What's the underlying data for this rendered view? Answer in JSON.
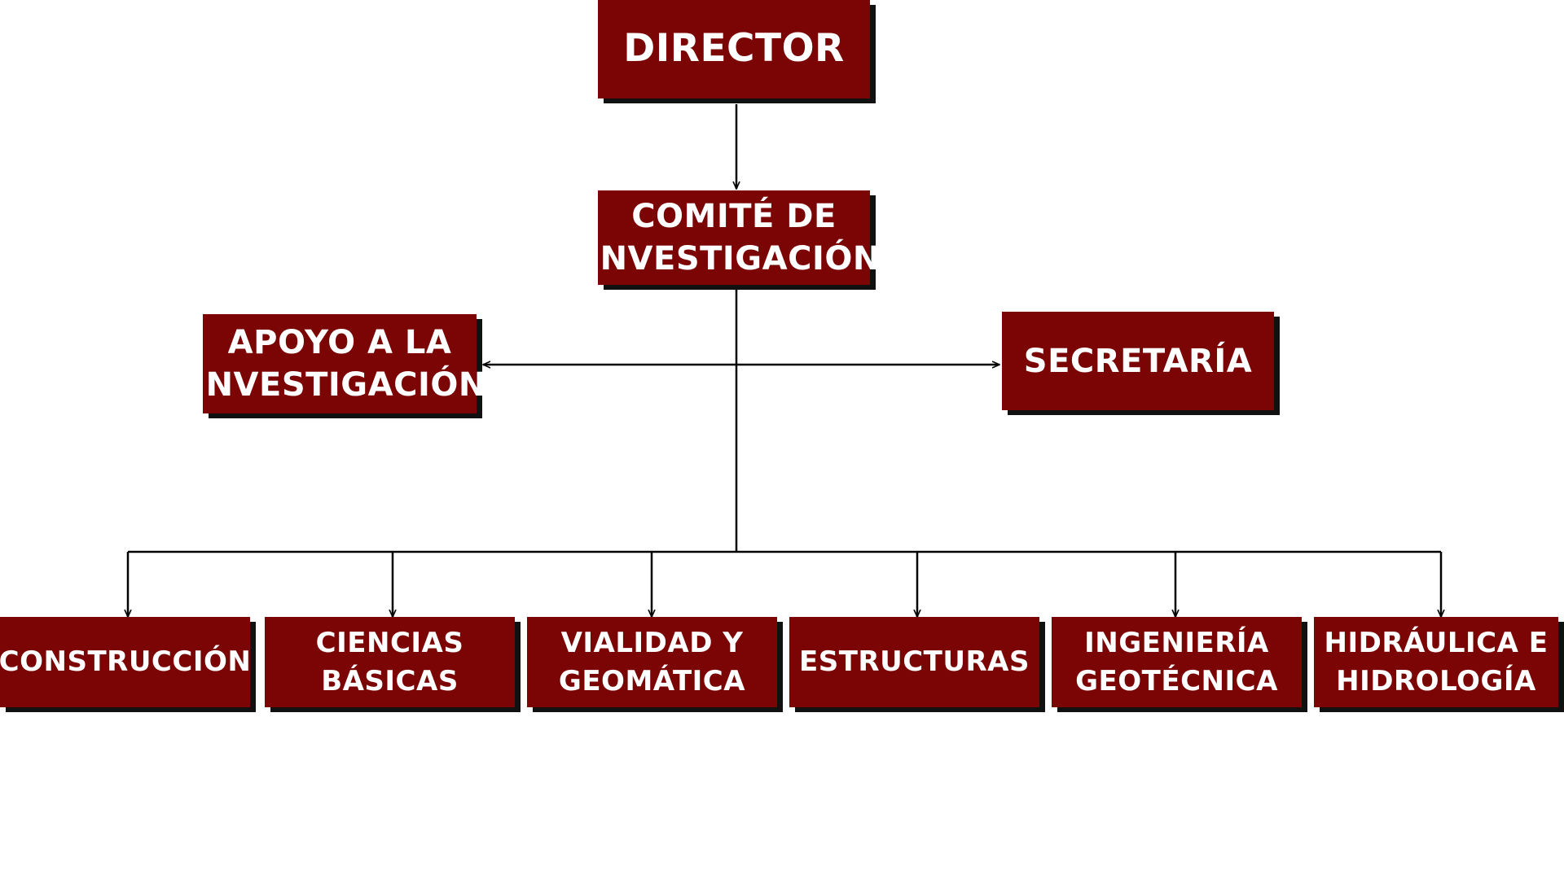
{
  "colors": {
    "box_fill": "#7b0505",
    "box_shadow": "#111111",
    "box_text": "#ffffff",
    "connector": "#000000"
  },
  "nodes": {
    "director": "DIRECTOR",
    "comite": "COMITÉ DE\nINVESTIGACIÓN",
    "apoyo": "APOYO A LA\nINVESTIGACIÓN",
    "secretaria": "SECRETARÍA",
    "departments": [
      "CONSTRUCCIÓN",
      "CIENCIAS\nBÁSICAS",
      "VIALIDAD Y\nGEOMÁTICA",
      "ESTRUCTURAS",
      "INGENIERÍA\nGEOTÉCNICA",
      "HIDRÁULICA E\nHIDROLOGÍA"
    ]
  }
}
